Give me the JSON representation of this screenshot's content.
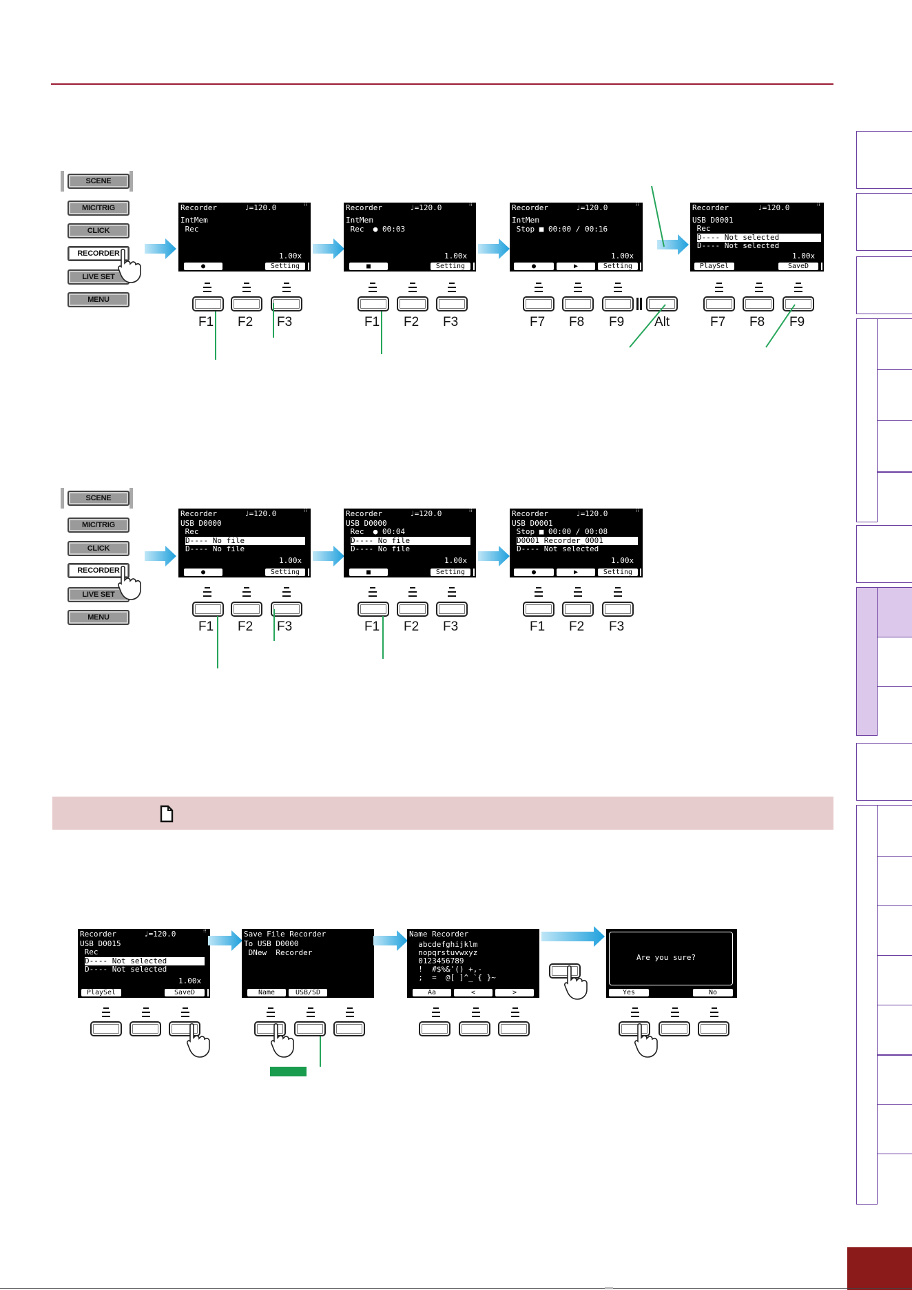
{
  "panel_buttons": [
    "SCENE",
    "MIC/TRIG",
    "CLICK",
    "RECORDER",
    "LIVE SET",
    "MENU"
  ],
  "fkeys": {
    "f1": "F1",
    "f2": "F2",
    "f3": "F3",
    "f7": "F7",
    "f8": "F8",
    "f9": "F9",
    "alt": "Alt"
  },
  "screens": {
    "a1": {
      "title": "Recorder",
      "tempo": "♩=120.0",
      "l1": "IntMem",
      "l2": " Rec",
      "speed": "1.00x",
      "s1": "●",
      "s3": "Setting"
    },
    "a2": {
      "title": "Recorder",
      "tempo": "♩=120.0",
      "l1": "IntMem",
      "l2": " Rec  ● 00:03",
      "speed": "1.00x",
      "s1": "■",
      "s3": "Setting"
    },
    "a3": {
      "title": "Recorder",
      "tempo": "♩=120.0",
      "l1": "IntMem",
      "l2": " Stop ■ 00:00 / 00:16",
      "speed": "1.00x",
      "s1": "●",
      "s2": "▶",
      "s3": "Setting"
    },
    "a4": {
      "title": "Recorder",
      "tempo": "♩=120.0",
      "l1": "USB D0001",
      "l2": " Rec",
      "l3": "D---- Not selected",
      "l4": "D---- Not selected",
      "speed": "1.00x",
      "s1": "PlaySel",
      "s3": "SaveD"
    },
    "b1": {
      "title": "Recorder",
      "tempo": "♩=120.0",
      "l1": "USB D0000",
      "l2": " Rec",
      "l3": "D---- No file",
      "l4": "D---- No file",
      "speed": "1.00x",
      "s1": "●",
      "s3": "Setting"
    },
    "b2": {
      "title": "Recorder",
      "tempo": "♩=120.0",
      "l1": "USB D0000",
      "l2": " Rec  ● 00:04",
      "l3": "D---- No file",
      "l4": "D---- No file",
      "speed": "1.00x",
      "s1": "■",
      "s3": "Setting"
    },
    "b3": {
      "title": "Recorder",
      "tempo": "♩=120.0",
      "l1": "USB D0001",
      "l2": " Stop ■ 00:00 / 00:08",
      "l3": "D0001 Recorder_0001",
      "l4": "D---- Not selected",
      "speed": "1.00x",
      "s1": "●",
      "s2": "▶",
      "s3": "Setting"
    },
    "c1": {
      "title": "Recorder",
      "tempo": "♩=120.0",
      "l1": "USB D0015",
      "l2": " Rec",
      "l3": "D---- Not selected",
      "l4": "D---- Not selected",
      "speed": "1.00x",
      "s1": "PlaySel",
      "s3": "SaveD"
    },
    "c2": {
      "title": "Save File Recorder",
      "l1": "To USB D0000",
      "l2": " DNew  Recorder",
      "s1": "Name",
      "s2": "USB/SD"
    },
    "c3": {
      "title": "Name Recorder",
      "l1": "  abcdefghijklm",
      "l2": "  nopqrstuvwxyz",
      "l3": "  0123456789",
      "l4": "  !  #$%&'() +,-",
      "l5": "  ;  =  @[ ]^_`{ }~",
      "s1": "Aa",
      "s2": "<",
      "s3": ">"
    },
    "c4": {
      "msg": "Are you sure?",
      "s1": "Yes",
      "s3": "No"
    }
  }
}
